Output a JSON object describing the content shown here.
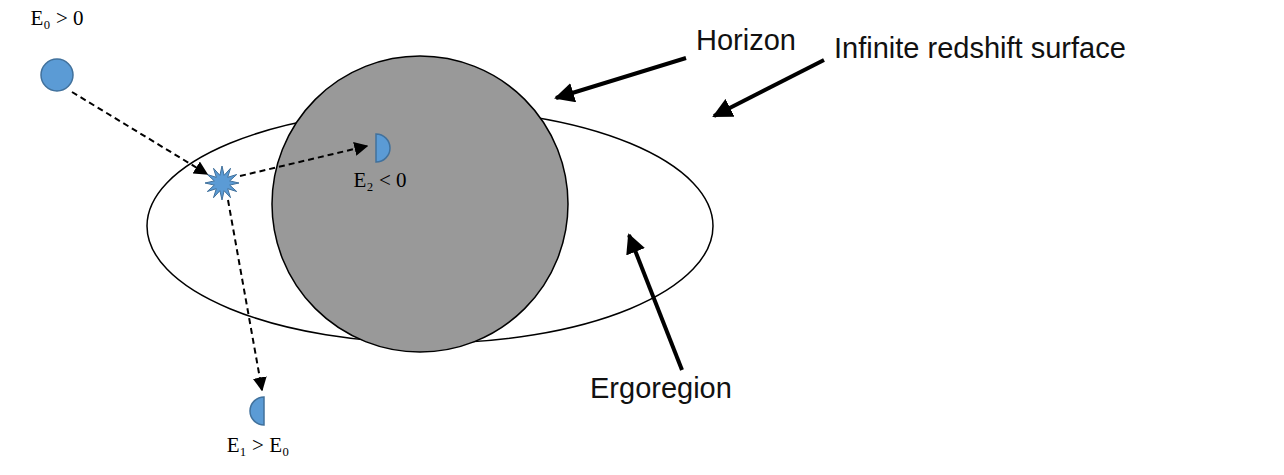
{
  "diagram": {
    "nodes": [
      {
        "text": [
          "E₀ > 0"
        ]
      },
      {
        "text": [
          "E₂ < 0"
        ]
      },
      {
        "text": [
          "E₁ > E₀"
        ]
      }
    ],
    "labels": [
      "Horizon",
      "Infinite redshift surface",
      "Ergoregion"
    ]
  }
}
